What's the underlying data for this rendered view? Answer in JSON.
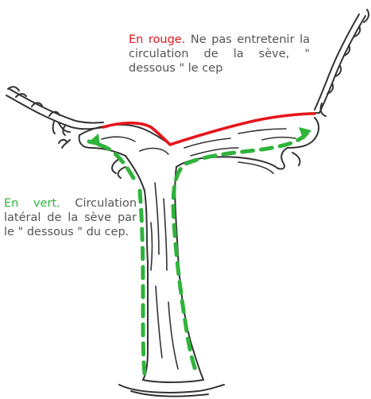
{
  "annotations": {
    "red": {
      "lead": "En rouge.",
      "text": "Ne pas entretenir la circulation de la sève, \" dessous \" le cep"
    },
    "green": {
      "lead": "En vert.",
      "text": "Circulation latéral de la sève par le \" dessous \" du cep."
    }
  },
  "colors": {
    "red": "#e8141b",
    "green": "#2fb33b",
    "text": "#555555",
    "ink": "#333333"
  }
}
